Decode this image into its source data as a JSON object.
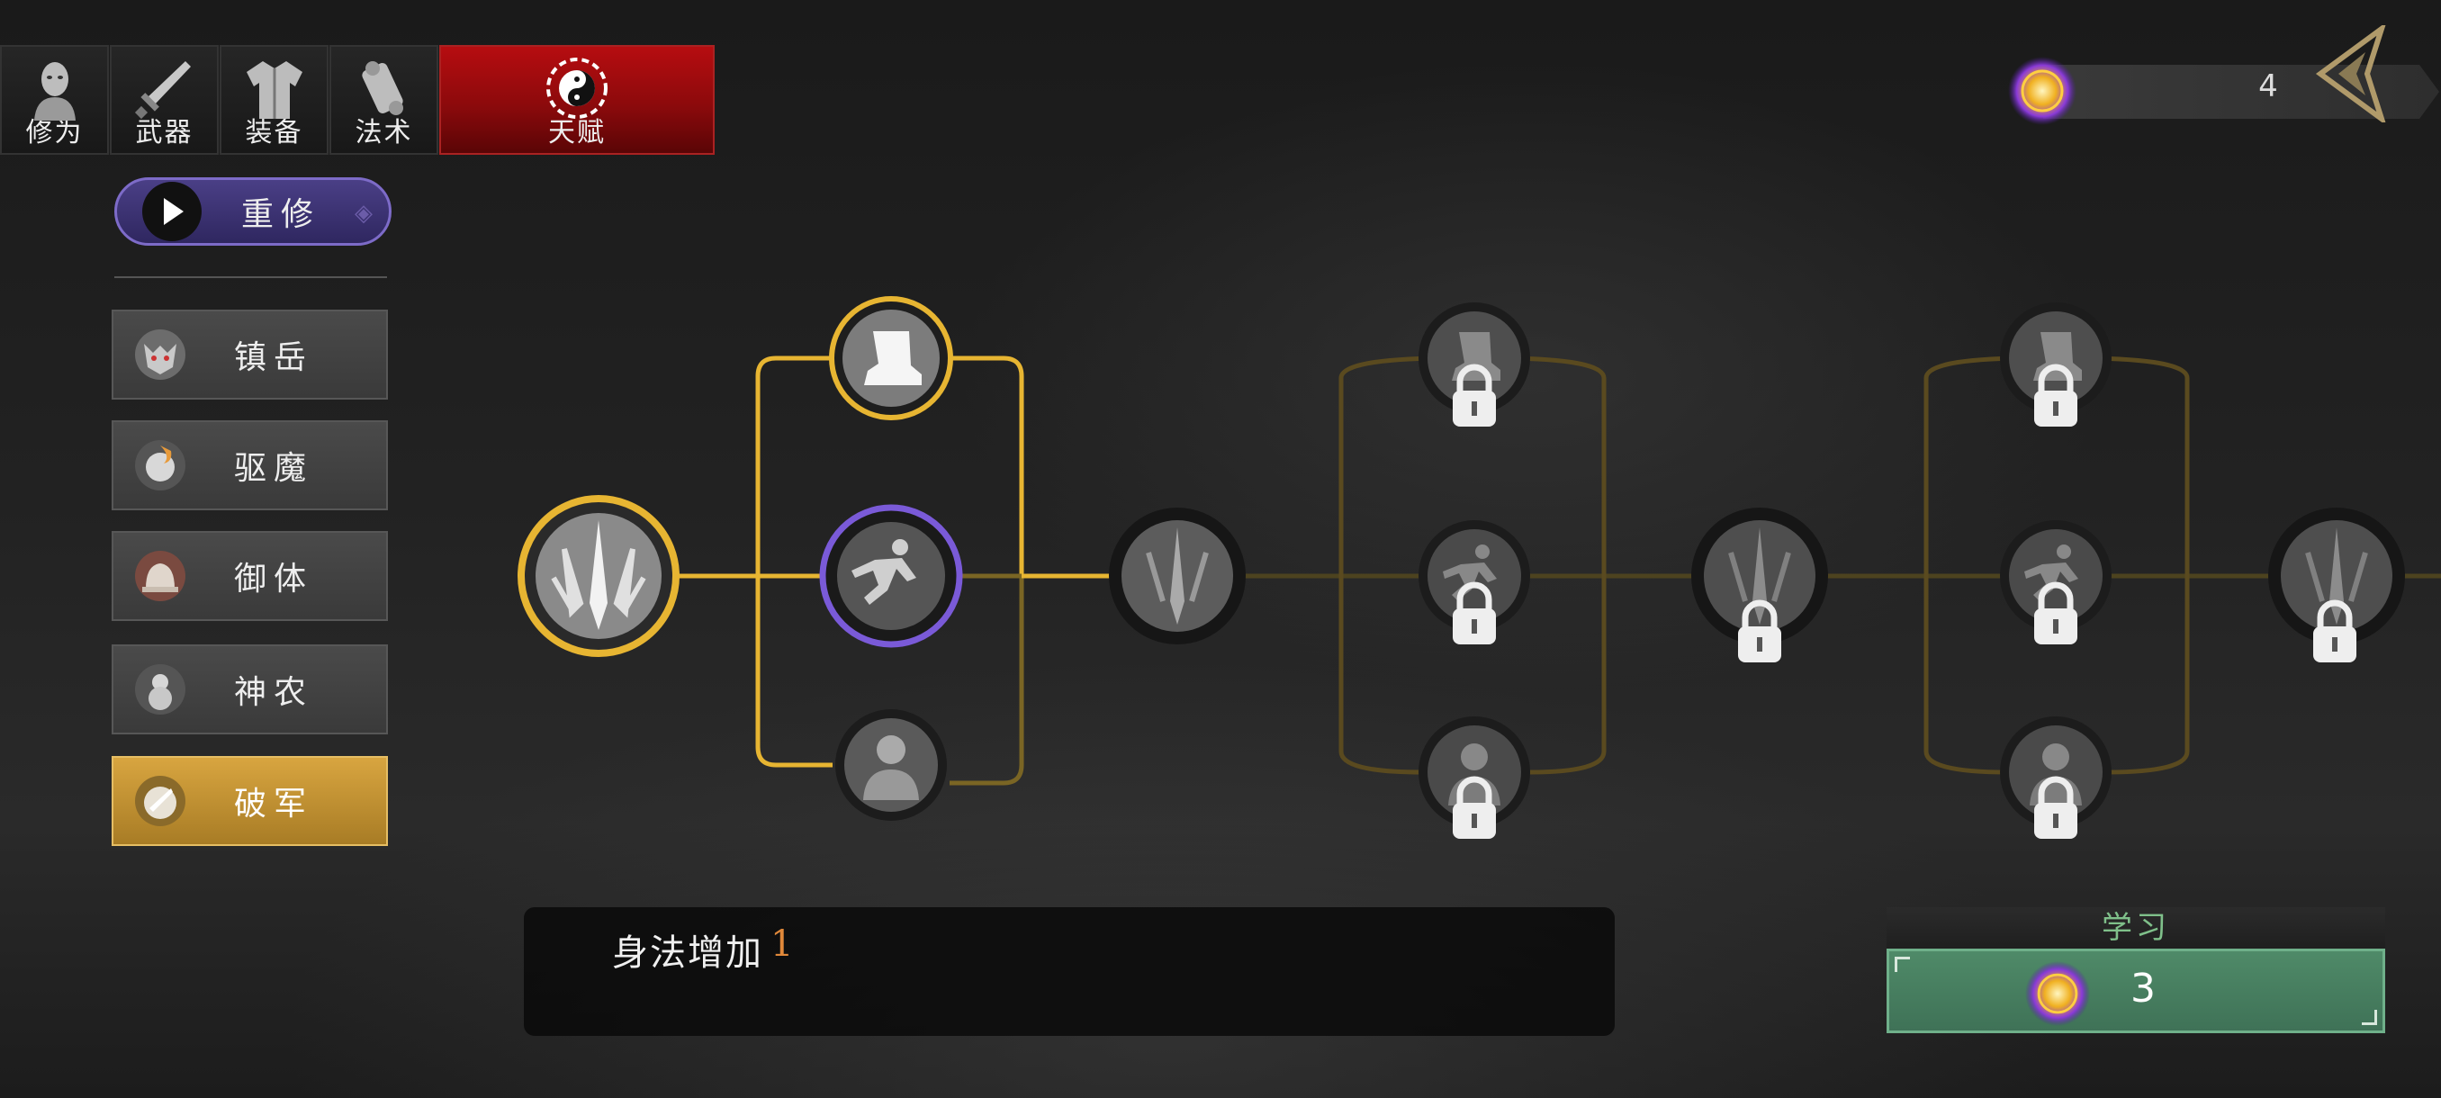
{
  "tabs": [
    {
      "label": "修为",
      "icon": "head-icon"
    },
    {
      "label": "武器",
      "icon": "sword-icon"
    },
    {
      "label": "装备",
      "icon": "robe-icon"
    },
    {
      "label": "法术",
      "icon": "scroll-icon"
    },
    {
      "label": "天赋",
      "icon": "yin-yang-icon",
      "active": true
    }
  ],
  "rebuild": {
    "label": "重修"
  },
  "categories": [
    {
      "label": "镇岳",
      "icon": "demon-mask-icon"
    },
    {
      "label": "驱魔",
      "icon": "flame-orb-icon"
    },
    {
      "label": "御体",
      "icon": "bell-icon"
    },
    {
      "label": "神农",
      "icon": "gourd-icon"
    },
    {
      "label": "破军",
      "icon": "blade-orb-icon",
      "active": true
    }
  ],
  "currency": {
    "value": "4",
    "icon": "spirit-orb-icon"
  },
  "description": {
    "text": "身法增加",
    "amount": "1"
  },
  "learn": {
    "title": "学习",
    "cost": "3",
    "icon": "spirit-orb-icon"
  },
  "colors": {
    "accent_gold": "#e7b532",
    "tab_active": "#b60d10",
    "learn_green": "#4f8a68",
    "rebuild_purple": "#4a3f86",
    "amount_orange": "#e0883a"
  }
}
